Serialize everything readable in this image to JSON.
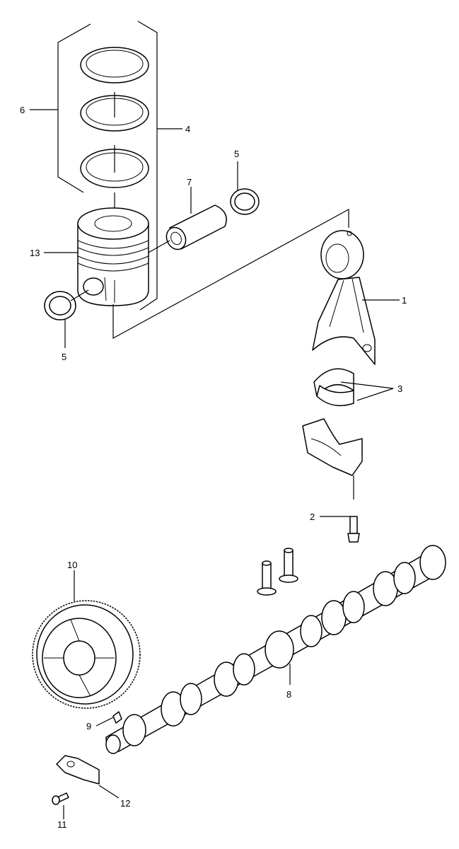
{
  "diagram": {
    "callouts": [
      {
        "id": "c1",
        "label": "1"
      },
      {
        "id": "c2",
        "label": "2"
      },
      {
        "id": "c3",
        "label": "3"
      },
      {
        "id": "c4",
        "label": "4"
      },
      {
        "id": "c5a",
        "label": "5"
      },
      {
        "id": "c5b",
        "label": "5"
      },
      {
        "id": "c6",
        "label": "6"
      },
      {
        "id": "c7",
        "label": "7"
      },
      {
        "id": "c8",
        "label": "8"
      },
      {
        "id": "c9",
        "label": "9"
      },
      {
        "id": "c10",
        "label": "10"
      },
      {
        "id": "c11",
        "label": "11"
      },
      {
        "id": "c12",
        "label": "12"
      },
      {
        "id": "c13",
        "label": "13"
      }
    ]
  }
}
